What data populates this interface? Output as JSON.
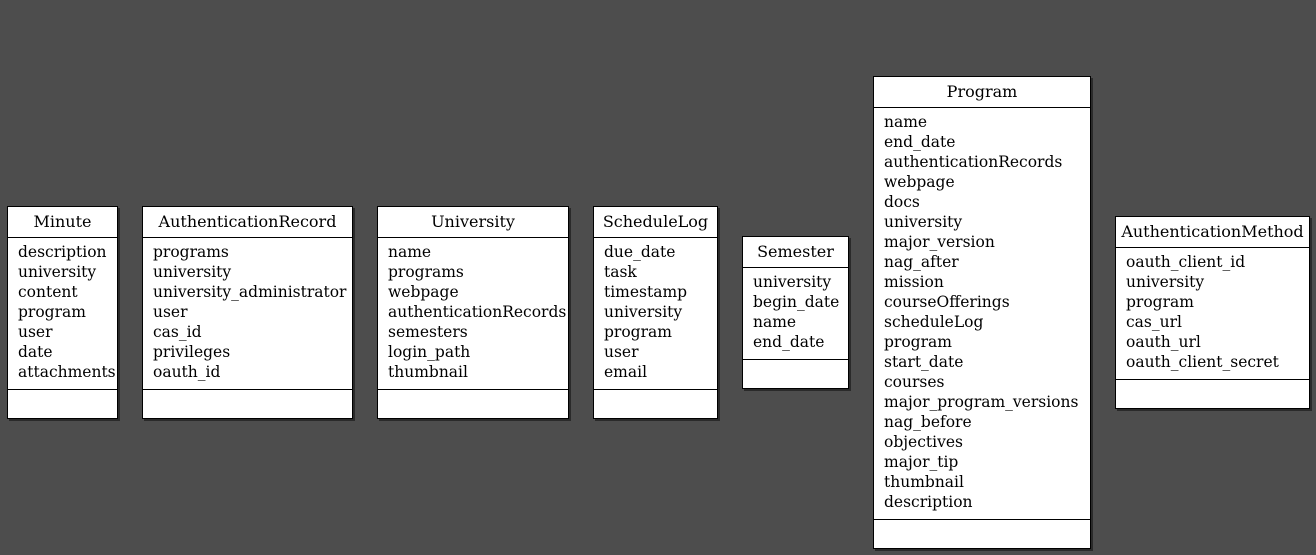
{
  "classes": {
    "minute": {
      "name": "Minute",
      "attributes": [
        "description",
        "university",
        "content",
        "program",
        "user",
        "date",
        "attachments"
      ]
    },
    "authentication_record": {
      "name": "AuthenticationRecord",
      "attributes": [
        "programs",
        "university",
        "university_administrator",
        "user",
        "cas_id",
        "privileges",
        "oauth_id"
      ]
    },
    "university": {
      "name": "University",
      "attributes": [
        "name",
        "programs",
        "webpage",
        "authenticationRecords",
        "semesters",
        "login_path",
        "thumbnail"
      ]
    },
    "schedule_log": {
      "name": "ScheduleLog",
      "attributes": [
        "due_date",
        "task",
        "timestamp",
        "university",
        "program",
        "user",
        "email"
      ]
    },
    "semester": {
      "name": "Semester",
      "attributes": [
        "university",
        "begin_date",
        "name",
        "end_date"
      ]
    },
    "program": {
      "name": "Program",
      "attributes": [
        "name",
        "end_date",
        "authenticationRecords",
        "webpage",
        "docs",
        "university",
        "major_version",
        "nag_after",
        "mission",
        "courseOfferings",
        "scheduleLog",
        "program",
        "start_date",
        "courses",
        "major_program_versions",
        "nag_before",
        "objectives",
        "major_tip",
        "thumbnail",
        "description"
      ]
    },
    "authentication_method": {
      "name": "AuthenticationMethod",
      "attributes": [
        "oauth_client_id",
        "university",
        "program",
        "cas_url",
        "oauth_url",
        "oauth_client_secret"
      ]
    }
  }
}
